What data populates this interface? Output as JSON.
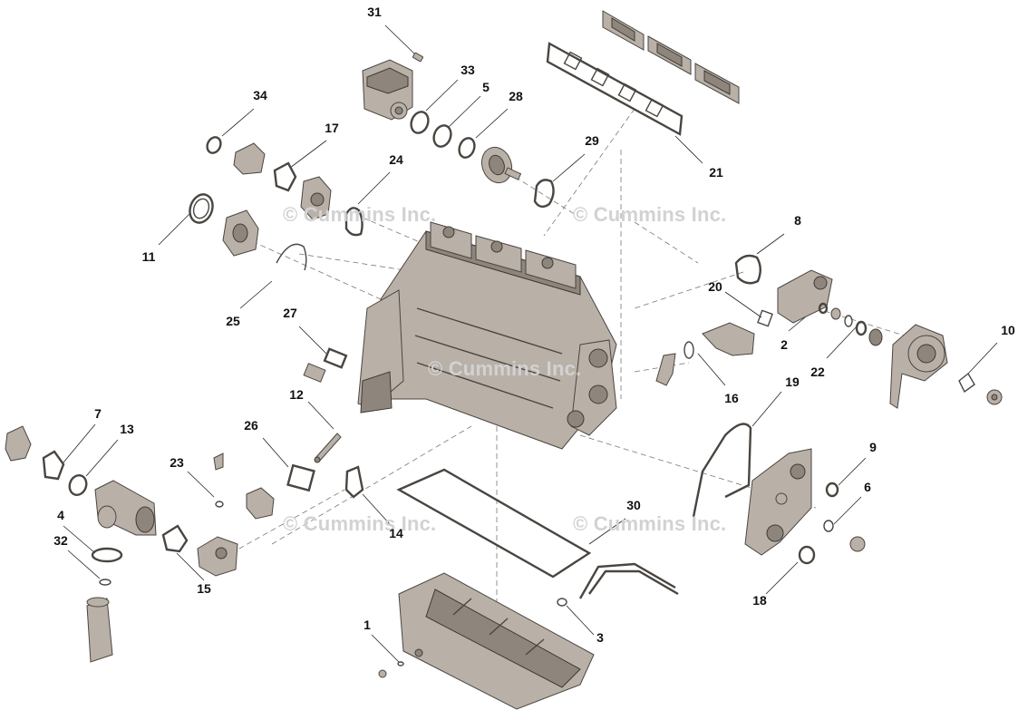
{
  "watermark_text": "© Cummins Inc.",
  "callouts": [
    {
      "id": "c31",
      "label": "31"
    },
    {
      "id": "c33",
      "label": "33"
    },
    {
      "id": "c5",
      "label": "5"
    },
    {
      "id": "c28",
      "label": "28"
    },
    {
      "id": "c34",
      "label": "34"
    },
    {
      "id": "c17",
      "label": "17"
    },
    {
      "id": "c24",
      "label": "24"
    },
    {
      "id": "c29",
      "label": "29"
    },
    {
      "id": "c21",
      "label": "21"
    },
    {
      "id": "c11",
      "label": "11"
    },
    {
      "id": "c25",
      "label": "25"
    },
    {
      "id": "c27",
      "label": "27"
    },
    {
      "id": "c8",
      "label": "8"
    },
    {
      "id": "c20",
      "label": "20"
    },
    {
      "id": "c2",
      "label": "2"
    },
    {
      "id": "c22",
      "label": "22"
    },
    {
      "id": "c10",
      "label": "10"
    },
    {
      "id": "c16",
      "label": "16"
    },
    {
      "id": "c19",
      "label": "19"
    },
    {
      "id": "c12",
      "label": "12"
    },
    {
      "id": "c7",
      "label": "7"
    },
    {
      "id": "c13",
      "label": "13"
    },
    {
      "id": "c26",
      "label": "26"
    },
    {
      "id": "c23",
      "label": "23"
    },
    {
      "id": "c14",
      "label": "14"
    },
    {
      "id": "c9",
      "label": "9"
    },
    {
      "id": "c6",
      "label": "6"
    },
    {
      "id": "c30",
      "label": "30"
    },
    {
      "id": "c4",
      "label": "4"
    },
    {
      "id": "c32",
      "label": "32"
    },
    {
      "id": "c15",
      "label": "15"
    },
    {
      "id": "c18",
      "label": "18"
    },
    {
      "id": "c1",
      "label": "1"
    },
    {
      "id": "c3",
      "label": "3"
    }
  ]
}
